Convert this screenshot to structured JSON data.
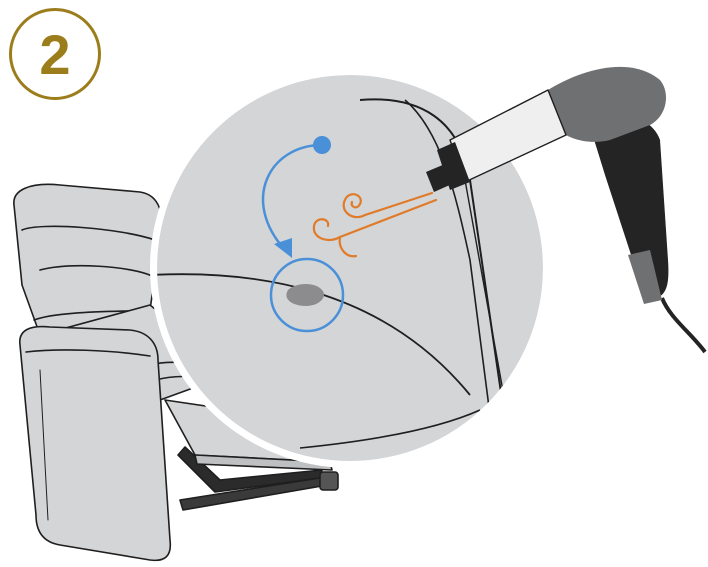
{
  "step": {
    "number": "2"
  },
  "colors": {
    "accent_gold": "#9c7d1c",
    "upholstery": "#d4d5d7",
    "outline": "#1f1f1f",
    "arrow_blue": "#4a90d9",
    "heat_orange": "#e07b2a",
    "dryer_dark": "#242424",
    "dryer_grey": "#6f7072",
    "dryer_light": "#efefef",
    "stain_grey": "#8c8c8e"
  },
  "icons": [
    "step-number-badge",
    "recliner-chair",
    "magnifier-circle",
    "hair-dryer",
    "rotation-arrow-icon",
    "warm-air-icon",
    "stain-target-icon"
  ]
}
